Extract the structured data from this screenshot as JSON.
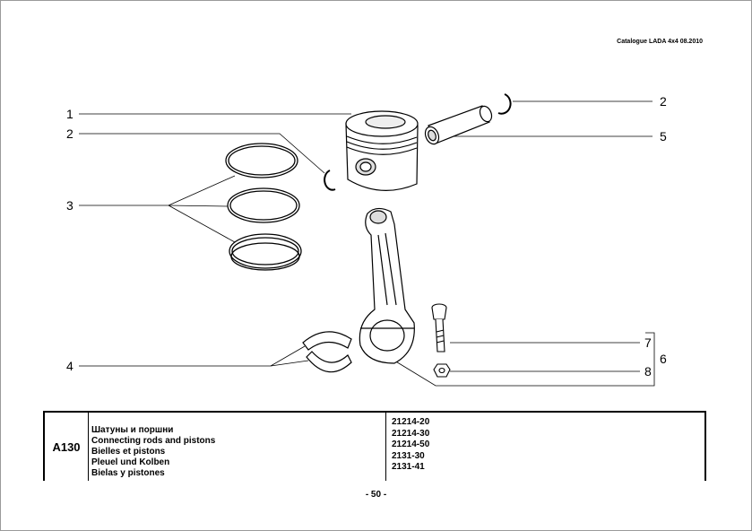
{
  "header": {
    "catalogue": "Catalogue LADA 4x4  08.2010"
  },
  "callouts": {
    "c1": "1",
    "c2_left": "2",
    "c3": "3",
    "c4": "4",
    "c2_right": "2",
    "c5": "5",
    "c6": "6",
    "c7": "7",
    "c8": "8"
  },
  "table": {
    "code": "A130",
    "titles": [
      "Шатуны и поршни",
      "Connecting rods and pistons",
      "Bielles et pistons",
      "Pleuel und Kolben",
      "Bielas y pistones"
    ],
    "models": [
      "21214-20",
      "21214-30",
      "21214-50",
      "2131-30",
      "2131-41"
    ]
  },
  "footer": {
    "page": "- 50 -"
  }
}
